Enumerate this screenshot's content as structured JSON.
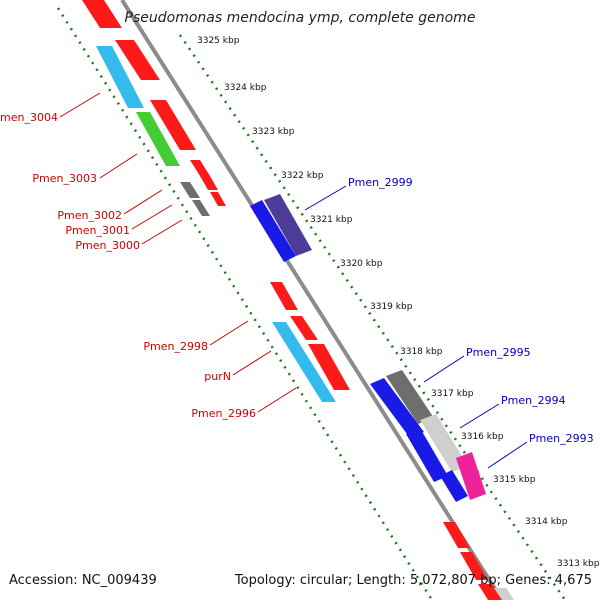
{
  "title": "Pseudomonas mendocina ymp, complete genome",
  "accession": "Accession: NC_009439",
  "summary": "Topology: circular; Length: 5,072,807 bp; Genes: 4,675",
  "scale_labels": [
    "3325 kbp",
    "3324 kbp",
    "3323 kbp",
    "3322 kbp",
    "3321 kbp",
    "3320 kbp",
    "3319 kbp",
    "3318 kbp",
    "3317 kbp",
    "3316 kbp",
    "3315 kbp",
    "3314 kbp",
    "3313 kbp"
  ],
  "gene_labels": {
    "pmen_3004": "Pmen_3004",
    "pmen_3003": "Pmen_3003",
    "pmen_3002": "Pmen_3002",
    "pmen_3001": "Pmen_3001",
    "pmen_3000": "Pmen_3000",
    "pmen_2999": "Pmen_2999",
    "pmen_2998": "Pmen_2998",
    "purN": "purN",
    "pmen_2996": "Pmen_2996",
    "pmen_2995": "Pmen_2995",
    "pmen_2994": "Pmen_2994",
    "pmen_2993": "Pmen_2993"
  },
  "colors": {
    "forward_label": "#cc0000",
    "reverse_label": "#0000bb",
    "backbone": "#8c8c8c",
    "ruler": "#1a7a1a",
    "cds_red": "#ff1a1a",
    "cds_cyan": "#33bbee",
    "cds_green": "#44cc33",
    "cds_gray": "#6e6e6e",
    "cds_blue": "#1a1ae6",
    "cds_indigo": "#4d3d99",
    "cds_lightgray": "#cfcfcf",
    "cds_magenta": "#ee2299"
  }
}
